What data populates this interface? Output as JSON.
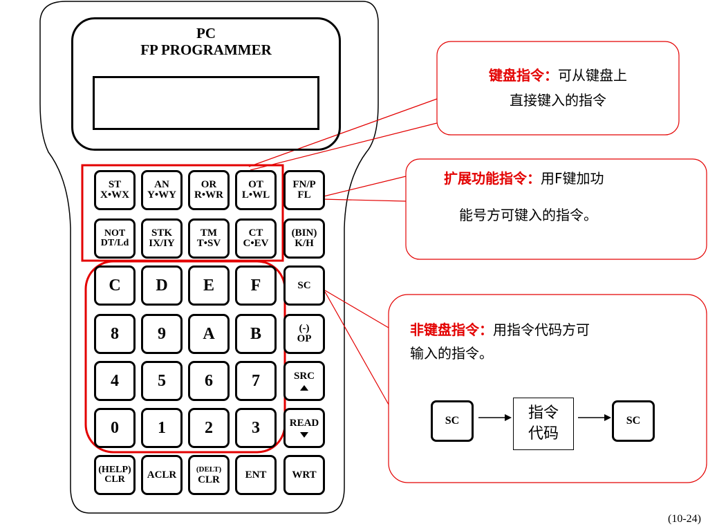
{
  "device": {
    "title_line1": "PC",
    "title_line2": "FP PROGRAMMER"
  },
  "keys": [
    {
      "id": "st",
      "l1": "ST",
      "l2": "X•WX"
    },
    {
      "id": "an",
      "l1": "AN",
      "l2": "Y•WY"
    },
    {
      "id": "or",
      "l1": "OR",
      "l2": "R•WR"
    },
    {
      "id": "ot",
      "l1": "OT",
      "l2": "L•WL"
    },
    {
      "id": "fnp",
      "l1": "FN/P",
      "l2": "FL"
    },
    {
      "id": "not",
      "l1": "NOT",
      "l2": "DT/Ld"
    },
    {
      "id": "stk",
      "l1": "STK",
      "l2": "IX/IY"
    },
    {
      "id": "tm",
      "l1": "TM",
      "l2": "T•SV"
    },
    {
      "id": "ct",
      "l1": "CT",
      "l2": "C•EV"
    },
    {
      "id": "bin",
      "l1": "(BIN)",
      "l2": "K/H"
    },
    {
      "id": "c",
      "l1": "C"
    },
    {
      "id": "d",
      "l1": "D"
    },
    {
      "id": "e",
      "l1": "E"
    },
    {
      "id": "f",
      "l1": "F"
    },
    {
      "id": "sc",
      "l1": "SC"
    },
    {
      "id": "k8",
      "l1": "8"
    },
    {
      "id": "k9",
      "l1": "9"
    },
    {
      "id": "ka",
      "l1": "A"
    },
    {
      "id": "kb",
      "l1": "B"
    },
    {
      "id": "op",
      "l1": "(-)",
      "l2": "OP"
    },
    {
      "id": "k4",
      "l1": "4"
    },
    {
      "id": "k5",
      "l1": "5"
    },
    {
      "id": "k6",
      "l1": "6"
    },
    {
      "id": "k7",
      "l1": "7"
    },
    {
      "id": "src",
      "l1": "SRC"
    },
    {
      "id": "k0",
      "l1": "0"
    },
    {
      "id": "k1",
      "l1": "1"
    },
    {
      "id": "k2",
      "l1": "2"
    },
    {
      "id": "k3",
      "l1": "3"
    },
    {
      "id": "read",
      "l1": "READ"
    },
    {
      "id": "help",
      "l1": "(HELP)",
      "l2": "CLR"
    },
    {
      "id": "aclr",
      "l1": "ACLR"
    },
    {
      "id": "delt",
      "l1": "(DELT)",
      "l2": "CLR"
    },
    {
      "id": "ent",
      "l1": "ENT"
    },
    {
      "id": "wrt",
      "l1": "WRT"
    }
  ],
  "callouts": {
    "keyboard": {
      "label": "键盘指令：",
      "text1": "可从键盘上",
      "text2": "直接键入的指令"
    },
    "extended": {
      "label": "扩展功能指令：",
      "text1": "用F键加功",
      "text2": "能号方可键入的指令。"
    },
    "nonkeyboard": {
      "label": "非键盘指令：",
      "text1": "用指令代码方可",
      "text2": "输入的指令。"
    }
  },
  "flow": {
    "start": "SC",
    "code_line1": "指令",
    "code_line2": "代码",
    "end": "SC"
  },
  "page_number": "(10-24)",
  "colors": {
    "accent": "#e30000",
    "outline": "#000000"
  }
}
